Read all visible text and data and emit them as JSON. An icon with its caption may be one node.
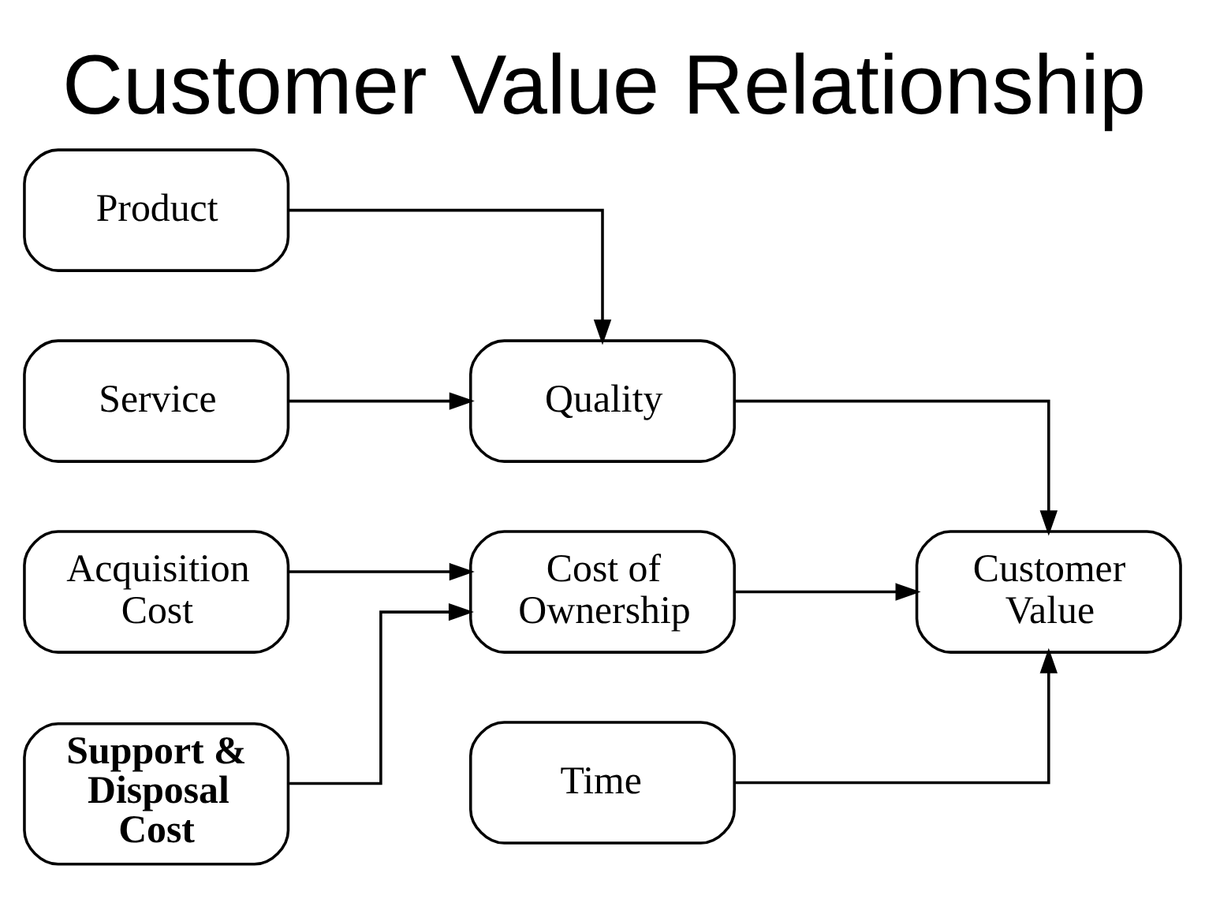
{
  "diagram": {
    "title": "Customer Value Relationship",
    "nodes": [
      {
        "text": [
          "Product"
        ]
      },
      {
        "text": [
          "Service"
        ]
      },
      {
        "text": [
          "Quality"
        ]
      },
      {
        "text": [
          "Acquisition Cost"
        ]
      },
      {
        "text": [
          "Support & Disposal Cost"
        ]
      },
      {
        "text": [
          "Cost of Ownership"
        ]
      },
      {
        "text": [
          "Customer Value"
        ]
      },
      {
        "text": [
          "Time"
        ]
      }
    ],
    "edges": [
      {
        "from": 0,
        "to": 2,
        "arrow": "to"
      },
      {
        "from": 1,
        "to": 2,
        "arrow": "to"
      },
      {
        "from": 2,
        "to": 6,
        "arrow": "to"
      },
      {
        "from": 3,
        "to": 5,
        "arrow": "to"
      },
      {
        "from": 4,
        "to": 5,
        "arrow": "to"
      },
      {
        "from": 5,
        "to": 6,
        "arrow": "to"
      },
      {
        "from": 7,
        "to": 6,
        "arrow": "to"
      }
    ]
  }
}
